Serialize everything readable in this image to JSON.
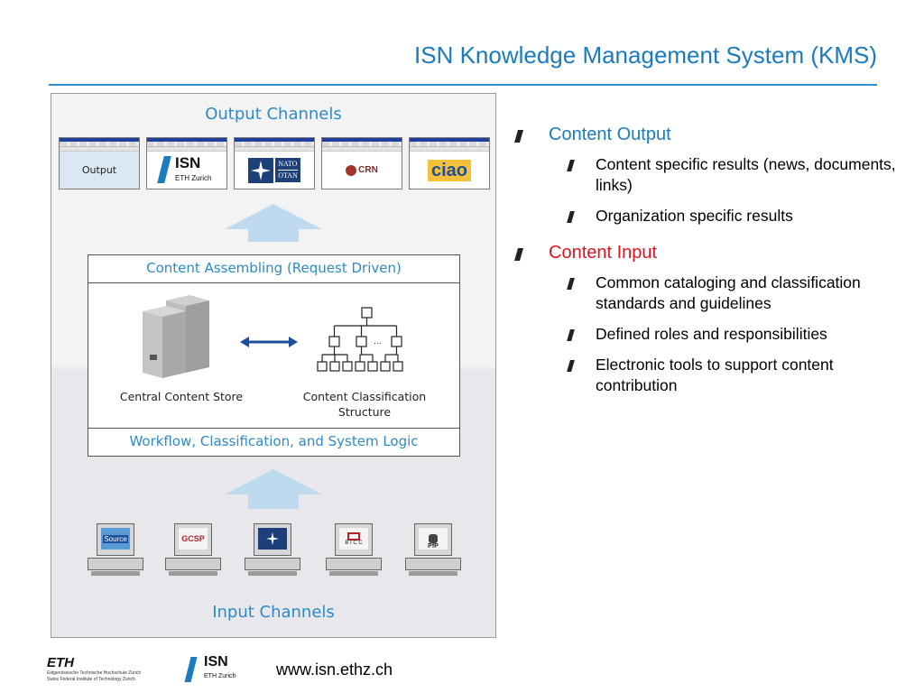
{
  "header": {
    "title": "ISN Knowledge Management System (KMS)"
  },
  "diagram": {
    "output_heading": "Output Channels",
    "input_heading": "Input Channels",
    "assembling_title": "Content Assembling (Request Driven)",
    "workflow_title": "Workflow, Classification, and System Logic",
    "store_label": "Central Content Store",
    "classification_label_1": "Content Classification",
    "classification_label_2": "Structure",
    "output_channels": [
      {
        "label": "Output"
      },
      {
        "label": "ISN",
        "sublabel": "ETH Zurich"
      },
      {
        "label": "NATO",
        "sublabel": "OTAN"
      },
      {
        "label": "CRN"
      },
      {
        "label": "ciao"
      }
    ],
    "input_channels": [
      {
        "label": "Source"
      },
      {
        "label": "GCSP"
      },
      {
        "label": ""
      },
      {
        "label": "B I C C"
      },
      {
        "label": "PfP"
      }
    ],
    "accent_color": "#2e8ac6",
    "arrow_color": "#bfd9ee"
  },
  "bullets": [
    {
      "heading": "Content Output",
      "color": "#1a7bbf",
      "items": [
        "Content specific results (news, documents, links)",
        "Organization specific results"
      ]
    },
    {
      "heading": "Content Input",
      "color": "#e0141e",
      "items": [
        "Common cataloging and classification standards and guidelines",
        "Defined roles and responsibilities",
        "Electronic tools to support content contribution"
      ]
    }
  ],
  "footer": {
    "eth_logo": "ETH",
    "eth_line1": "Eidgenössische Technische Hochschule Zürich",
    "eth_line2": "Swiss Federal Institute of Technology Zurich",
    "isn_logo": "ISN",
    "isn_sub": "ETH Zurich",
    "url": "www.isn.ethz.ch"
  }
}
